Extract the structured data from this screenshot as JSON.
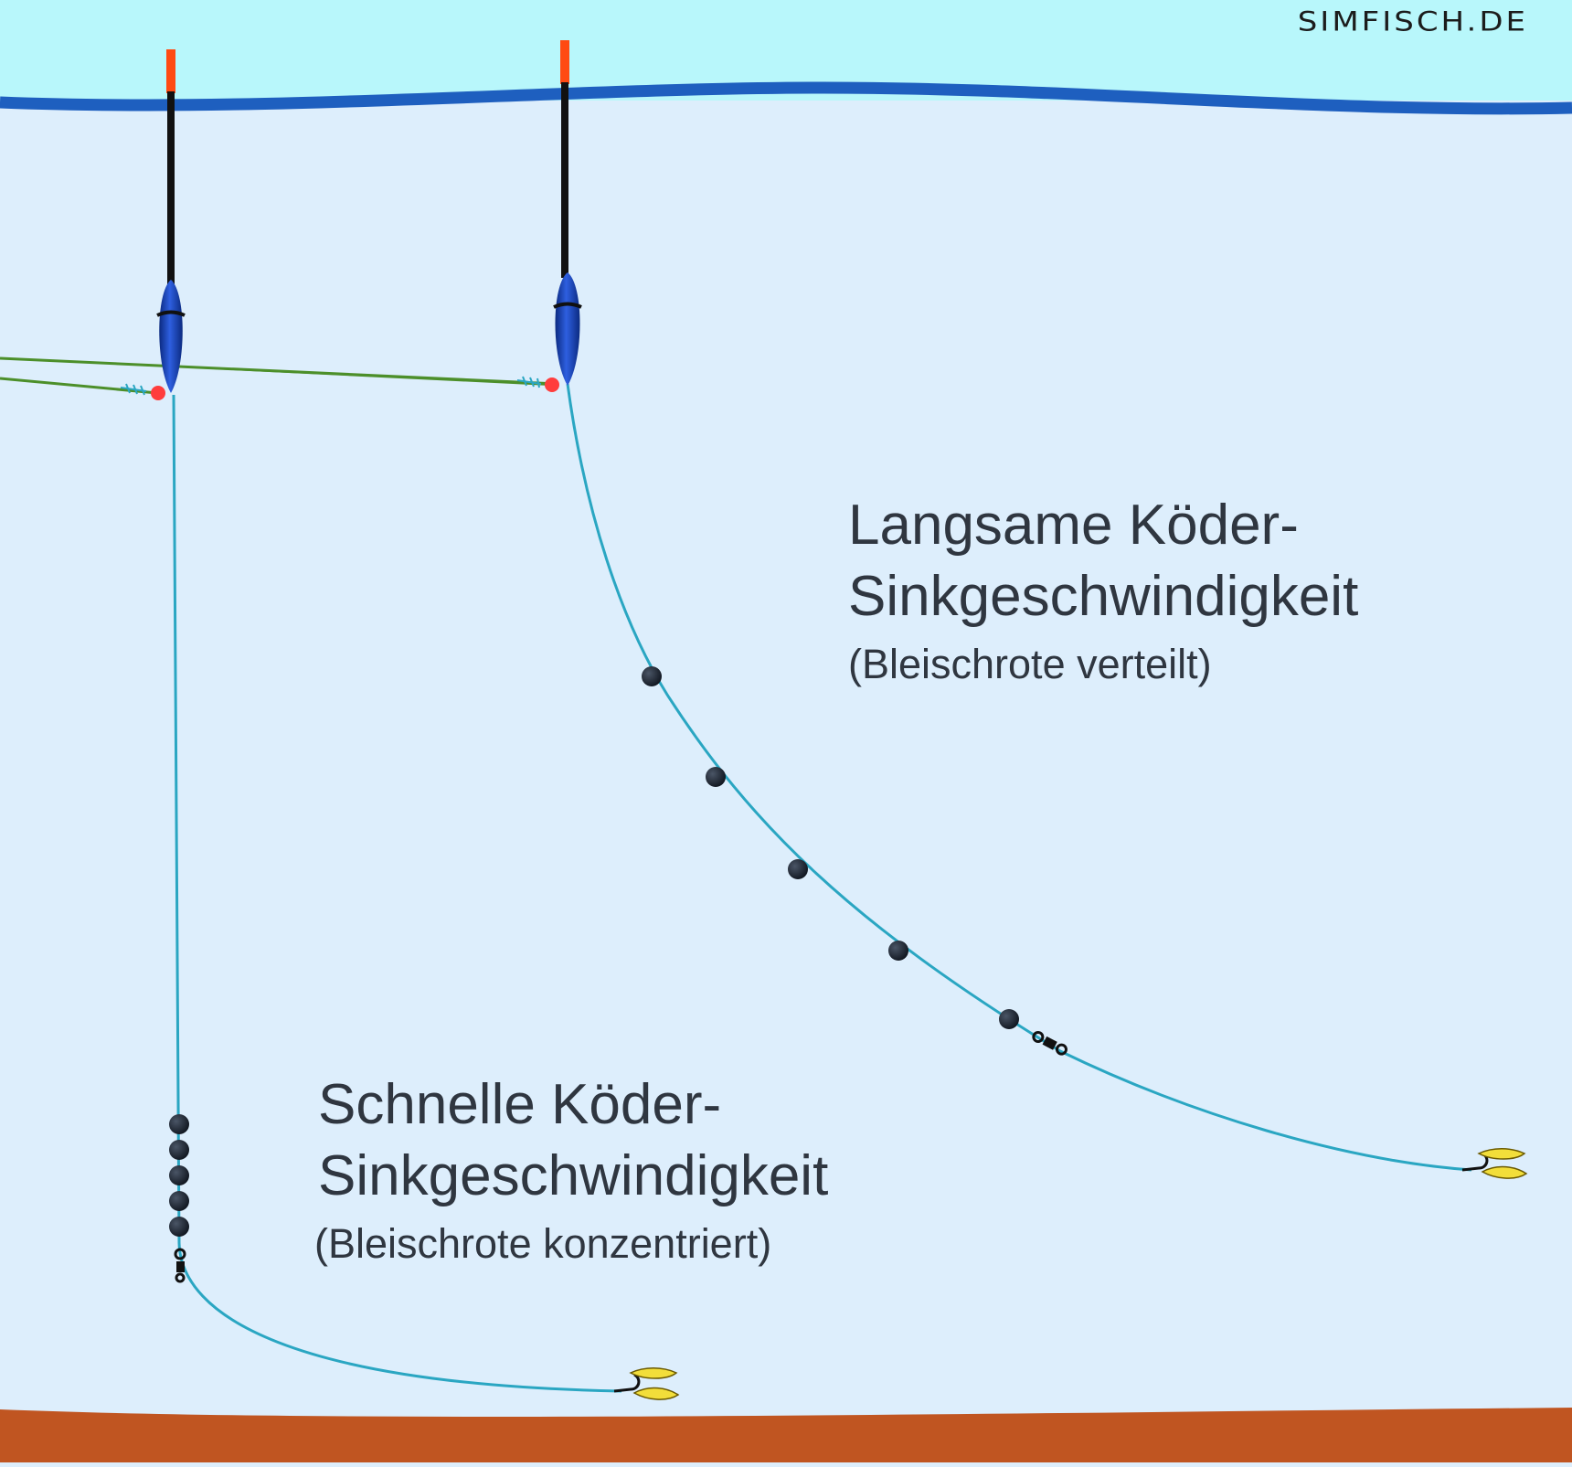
{
  "watermark": "SIMFISCH.DE",
  "colors": {
    "sky": "#b8f7fb",
    "water": "#ddeefc",
    "surface_line": "#1e5fbf",
    "bottom": "#c05521",
    "main_line": "#4c8f2a",
    "hook_line": "#2aa6c2",
    "float_body": "#1f47b8",
    "float_stem": "#111111",
    "float_tip": "#ff4a12",
    "stop_bead": "#ff3d3d",
    "split_shot": "#1b2330",
    "bait": "#f2de3a"
  },
  "rigs": [
    {
      "id": "fast",
      "title_line1": "Schnelle Köder-",
      "title_line2": "Sinkgeschwindigkeit",
      "note": "(Bleischrote konzentriert)",
      "shot_arrangement": "concentrated",
      "shot_count": 5
    },
    {
      "id": "slow",
      "title_line1": "Langsame Köder-",
      "title_line2": "Sinkgeschwindigkeit",
      "note": "(Bleischrote verteilt)",
      "shot_arrangement": "distributed",
      "shot_count": 5
    }
  ]
}
